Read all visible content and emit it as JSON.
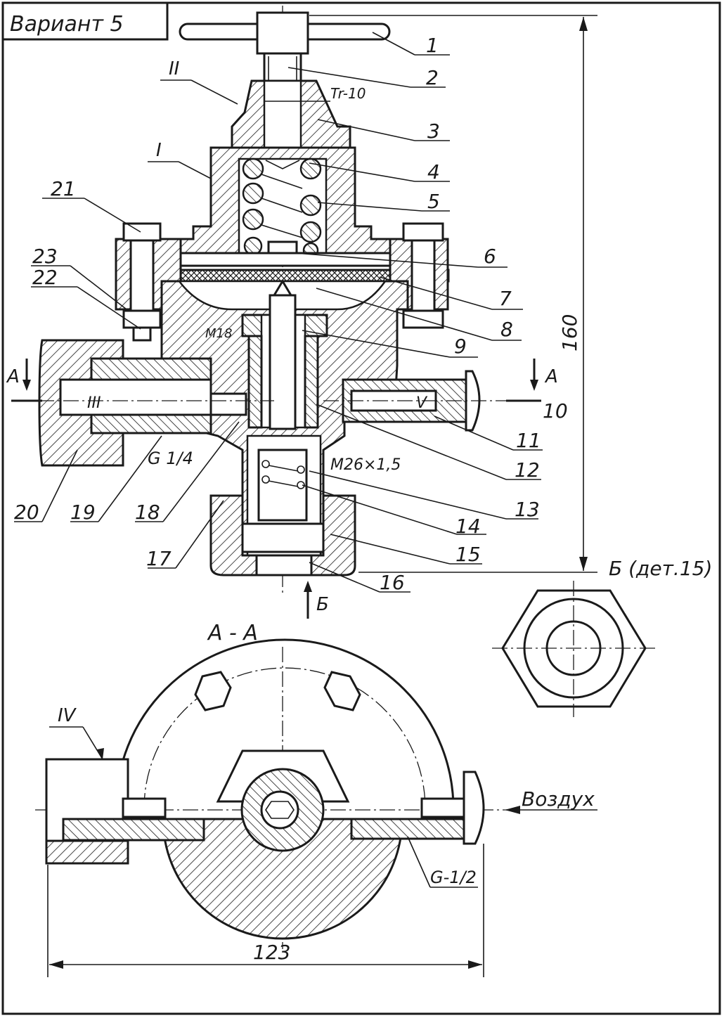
{
  "title": "Вариант 5",
  "views": {
    "section_aa": "А - А",
    "view_b": "Б (дет.15)",
    "view_b_arrow": "Б",
    "cut_mark_left": "А",
    "cut_mark_right": "А"
  },
  "dimensions": {
    "height": "160",
    "width": "123"
  },
  "threads": {
    "tr": "Tr-10",
    "m18": "M18",
    "m26": "M26×1,5",
    "g14": "G 1/4",
    "g12": "G-1/2"
  },
  "roman_labels": [
    "II",
    "I",
    "III",
    "V",
    "IV"
  ],
  "air_label": "Воздух",
  "parts": [
    "1",
    "2",
    "3",
    "4",
    "5",
    "6",
    "7",
    "8",
    "9",
    "10",
    "11",
    "12",
    "13",
    "14",
    "15",
    "16",
    "17",
    "18",
    "19",
    "20",
    "21",
    "22",
    "23"
  ]
}
